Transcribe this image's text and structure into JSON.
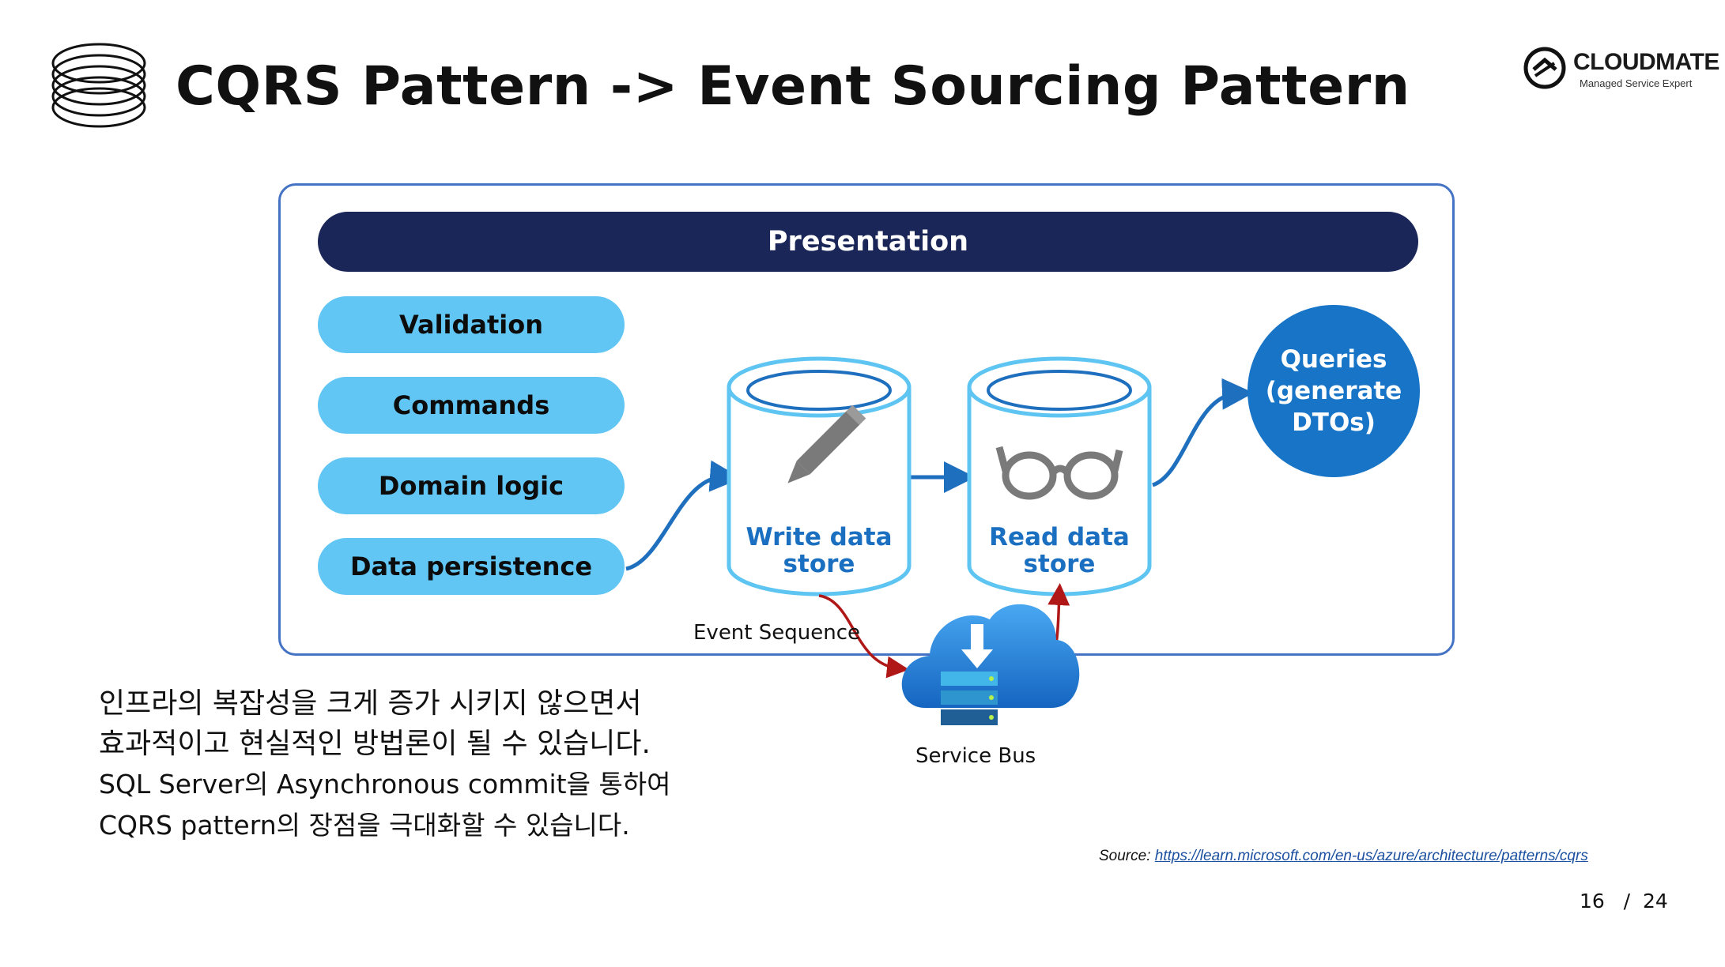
{
  "slide": {
    "title": "CQRS Pattern -> Event Sourcing Pattern",
    "brand": {
      "name": "CLOUDMATE",
      "tagline": "Managed Service Expert"
    },
    "page": {
      "current": "16",
      "total": "24"
    }
  },
  "diagram": {
    "presentation": "Presentation",
    "layers": [
      "Validation",
      "Commands",
      "Domain logic",
      "Data persistence"
    ],
    "write_store": {
      "line1": "Write data",
      "line2": "store"
    },
    "read_store": {
      "line1": "Read data",
      "line2": "store"
    },
    "queries": {
      "line1": "Queries",
      "line2": "(generate",
      "line3": "DTOs)"
    },
    "event_sequence": "Event Sequence",
    "service_bus": "Service Bus",
    "colors": {
      "frame": "#4472c4",
      "presentation_bg": "#1b2658",
      "layer_bg": "#62c6f4",
      "store_outline": "#5ec5f2",
      "store_text": "#1b6fc0",
      "queries_bg": "#1774c6",
      "arrow_blue": "#1f6fbf",
      "arrow_red": "#b01818"
    },
    "icons": [
      "pencil-icon",
      "glasses-icon",
      "cloud-download-icon",
      "stack-logo-icon",
      "cloudmate-logo-icon"
    ]
  },
  "body": {
    "lines": [
      "인프라의 복잡성을 크게 증가 시키지 않으면서",
      "효과적이고 현실적인 방법론이 될 수 있습니다.",
      "SQL Server의 Asynchronous commit을 통하여",
      "CQRS pattern의 장점을 극대화할 수 있습니다."
    ]
  },
  "source": {
    "label": "Source:",
    "url": "https://learn.microsoft.com/en-us/azure/architecture/patterns/cqrs"
  }
}
